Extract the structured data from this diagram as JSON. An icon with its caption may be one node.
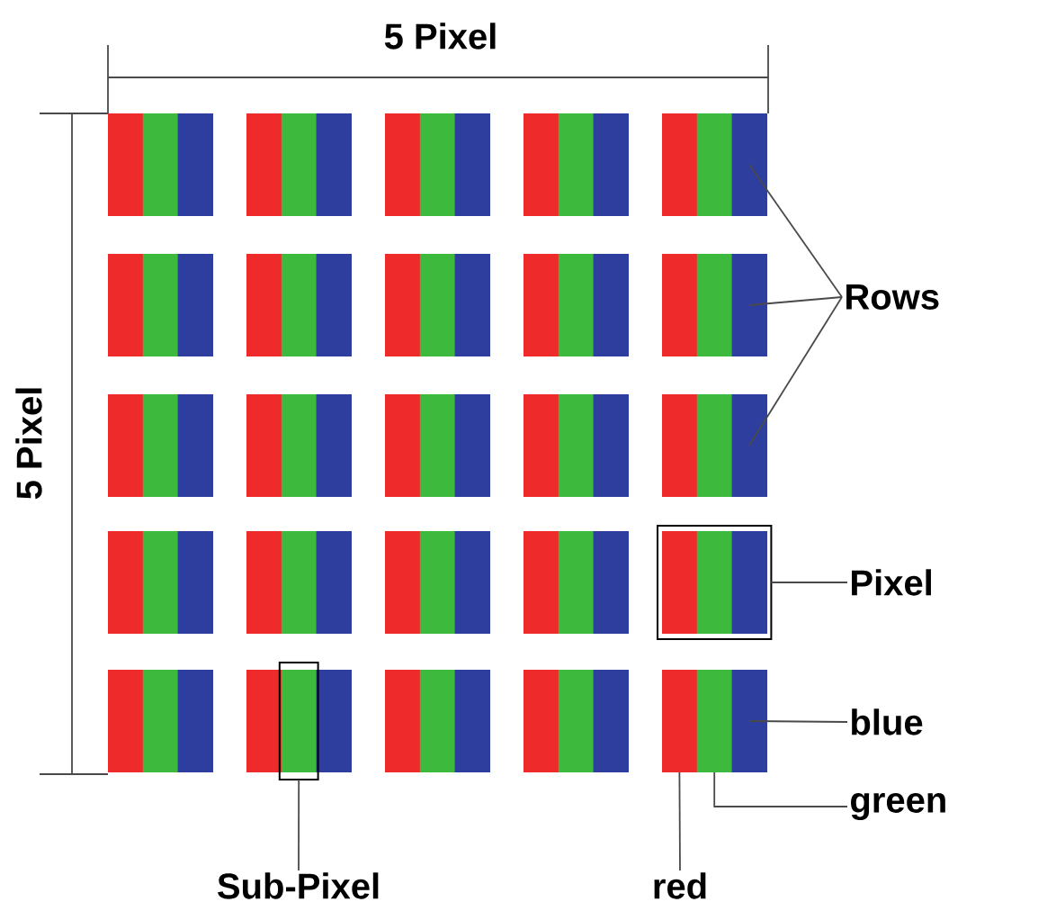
{
  "diagram": {
    "nodes": [
      {
        "text": [
          "Rows"
        ]
      },
      {
        "text": [
          "Pixel"
        ]
      },
      {
        "text": [],
        "shape": "box"
      },
      {
        "text": [
          "blue"
        ]
      },
      {
        "text": [
          "green"
        ]
      },
      {
        "text": [
          "Sub-Pixel"
        ]
      },
      {
        "text": [],
        "shape": "box"
      },
      {
        "text": [
          "red"
        ]
      }
    ],
    "edges": [
      {
        "from": 0,
        "to": null,
        "arrow": "none"
      },
      {
        "from": 0,
        "to": null,
        "arrow": "none"
      },
      {
        "from": 0,
        "to": null,
        "arrow": "none"
      },
      {
        "from": 1,
        "to": 2,
        "arrow": "none"
      },
      {
        "from": 3,
        "to": null,
        "arrow": "none"
      },
      {
        "from": 4,
        "to": null,
        "arrow": "none"
      },
      {
        "from": 5,
        "to": 6,
        "arrow": "none"
      },
      {
        "from": 7,
        "to": null,
        "arrow": "none"
      }
    ],
    "labels": [
      "5 Pixel",
      "5 Pixel"
    ]
  }
}
